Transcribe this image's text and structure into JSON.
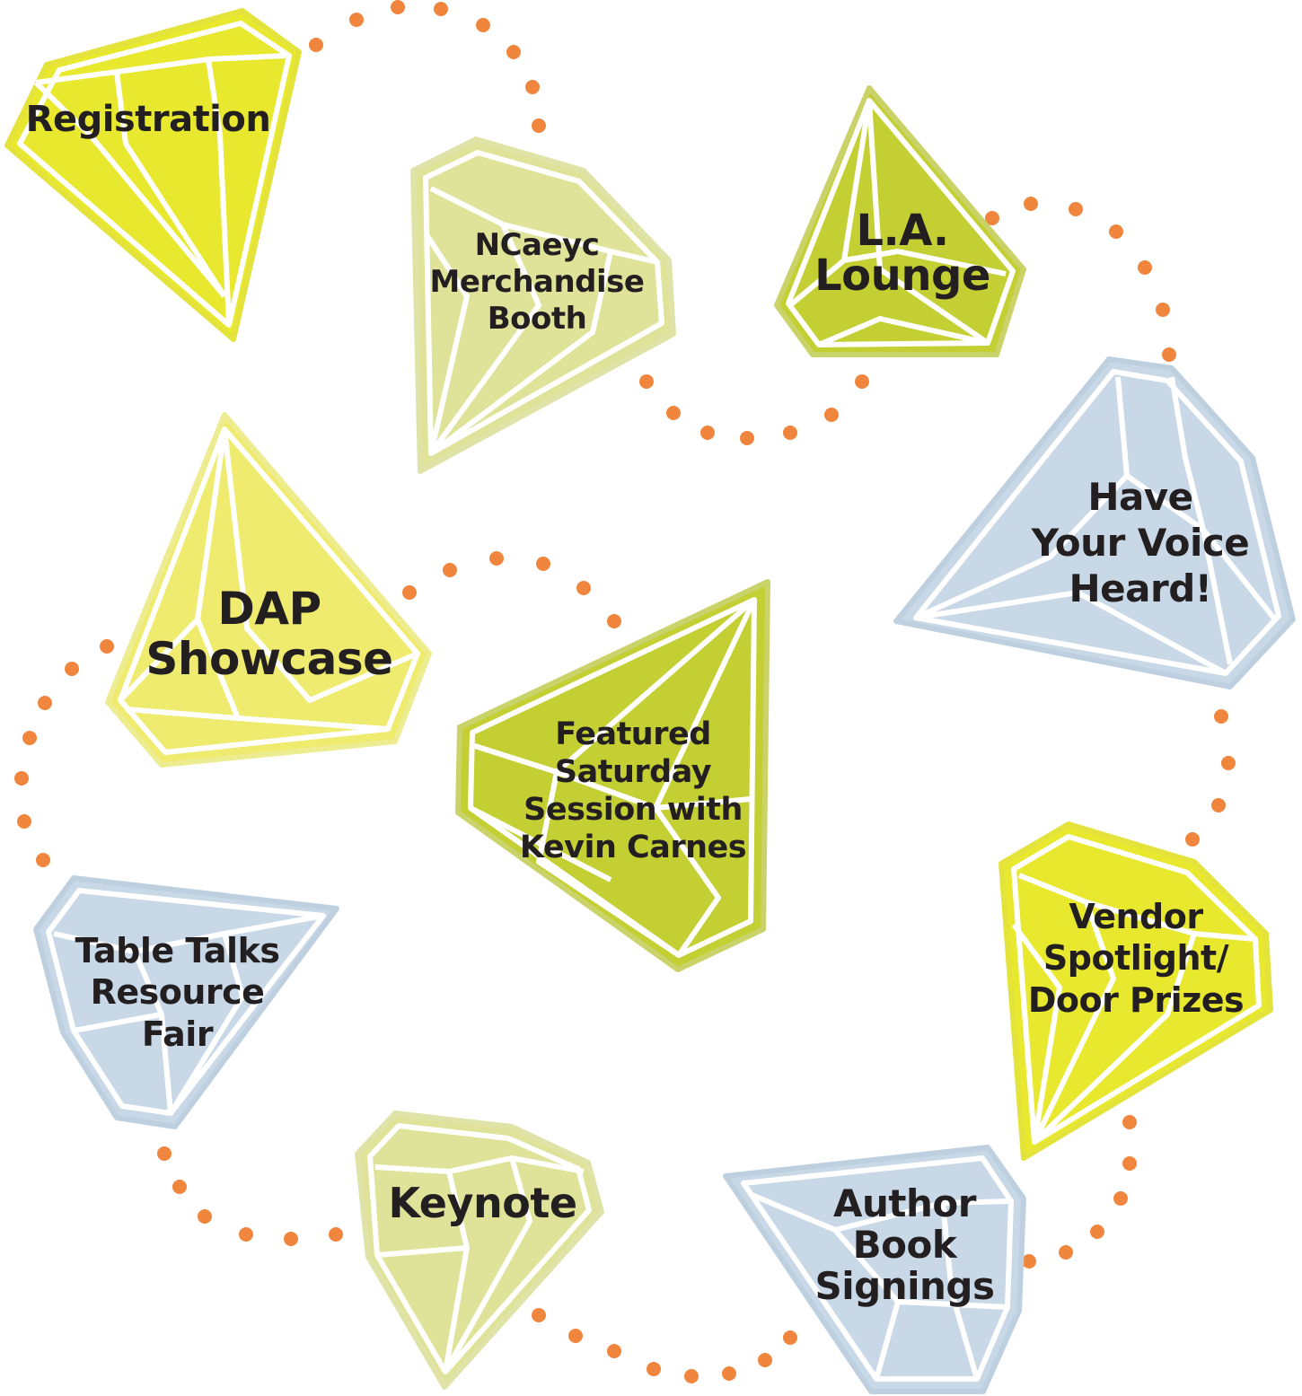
{
  "colors": {
    "dots": "#f0863e",
    "yellow": "#e8e82e",
    "pale_green": "#dfe39a",
    "lime": "#c4cf33",
    "pale_yellow": "#eeeb6e",
    "blue": "#c8d8e6",
    "outline_yellow": "#e3e33b",
    "outline_green": "#c9d36a",
    "outline_blue": "#bed0e0",
    "text": "#231f20"
  },
  "gems": [
    {
      "id": "registration",
      "lines": [
        "Registration"
      ]
    },
    {
      "id": "merchandise",
      "lines": [
        "NCaeyc",
        "Merchandise",
        "Booth"
      ]
    },
    {
      "id": "lounge",
      "lines": [
        "L.A.",
        "Lounge"
      ]
    },
    {
      "id": "voice",
      "lines": [
        "Have",
        "Your Voice",
        "Heard!"
      ]
    },
    {
      "id": "dap",
      "lines": [
        "DAP",
        "Showcase"
      ]
    },
    {
      "id": "featured",
      "lines": [
        "Featured",
        "Saturday",
        "Session with",
        "Kevin Carnes"
      ]
    },
    {
      "id": "vendor",
      "lines": [
        "Vendor",
        "Spotlight/",
        "Door Prizes"
      ]
    },
    {
      "id": "table_talks",
      "lines": [
        "Table Talks",
        "Resource",
        "Fair"
      ]
    },
    {
      "id": "keynote",
      "lines": [
        "Keynote"
      ]
    },
    {
      "id": "author",
      "lines": [
        "Author",
        "Book",
        "Signings"
      ]
    }
  ]
}
